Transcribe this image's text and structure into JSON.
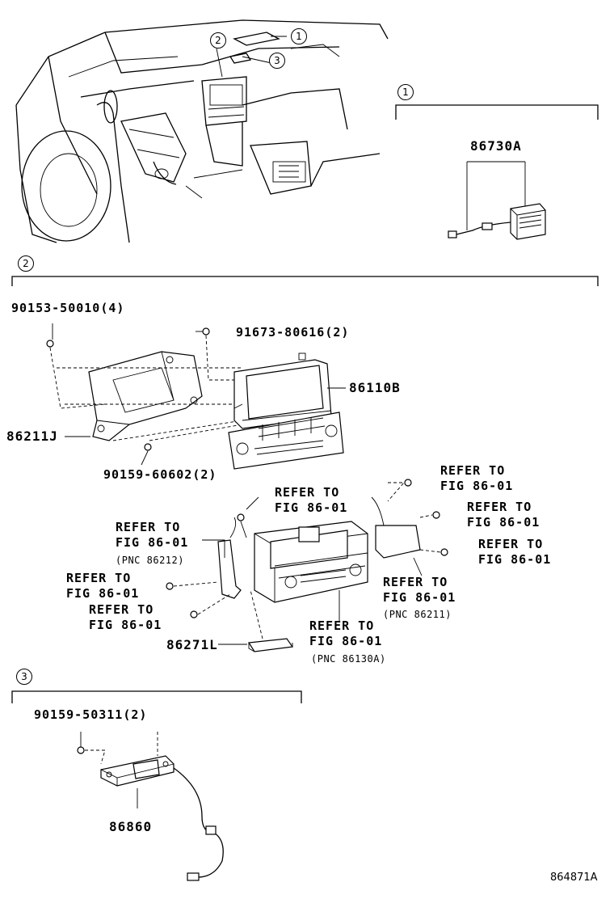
{
  "callouts": {
    "c1": "1",
    "c2": "2",
    "c3": "3"
  },
  "sections": {
    "s1": {
      "number": "1",
      "parts": {
        "antenna": "86730A"
      }
    },
    "s2": {
      "number": "2",
      "parts": {
        "screw_top": "90153-50010(4)",
        "bolt_top": "91673-80616(2)",
        "display": "86110B",
        "bracket": "86211J",
        "screw_bottom": "90159-60602(2)",
        "tuner_box": "86271L"
      },
      "refs": {
        "r1": "REFER TO\nFIG 86-01",
        "r2": "REFER TO\nFIG 86-01",
        "r3": "REFER TO\nFIG 86-01",
        "r4": "REFER TO\nFIG 86-01",
        "r4_pnc": "(PNC 86212)",
        "r5": "REFER TO\nFIG 86-01",
        "r6": "REFER TO\nFIG 86-01",
        "r7": "REFER TO\nFIG 86-01",
        "r7_pnc": "(PNC 86211)",
        "r8": "REFER TO\nFIG 86-01",
        "r8_pnc": "(PNC 86130A)",
        "r9": "REFER TO\nFIG 86-01"
      }
    },
    "s3": {
      "number": "3",
      "parts": {
        "screw": "90159-50311(2)",
        "unit": "86860"
      }
    }
  },
  "figure_id": "864871A"
}
